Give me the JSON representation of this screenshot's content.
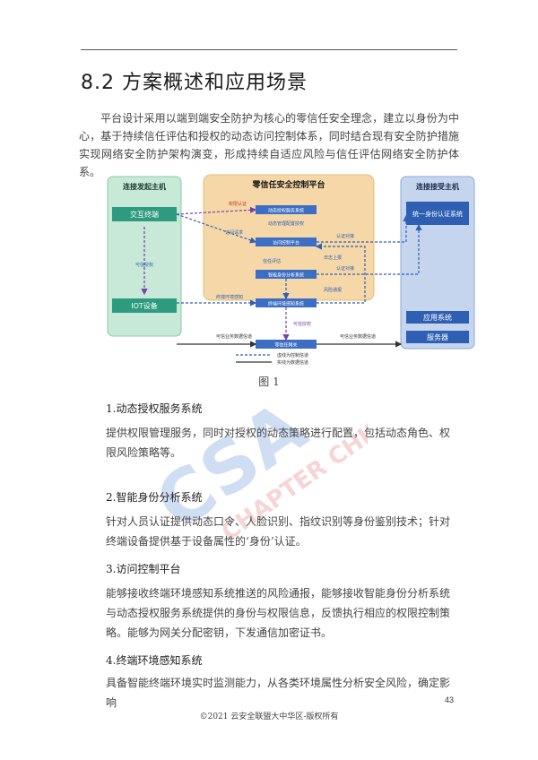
{
  "section_title": "8.2 方案概述和应用场景",
  "intro": "平台设计采用以端到端安全防护为核心的零信任安全理念，建立以身份为中心，基于持续信任评估和授权的动态访问控制体系，同时结合现有安全防护措施实现网络安全防护架构演变，形成持续自适应风险与信任评估网络安全防护体系。",
  "figure": {
    "left_panel": "连接发起主机",
    "center_panel": "零信任安全控制平台",
    "right_panel": "连接接受主机",
    "left_boxes": [
      "交互终端",
      "IOT设备"
    ],
    "right_boxes": [
      "统一身份认证系统",
      "应用系统",
      "服务器"
    ],
    "center_boxes": [
      "动态授权服务系统",
      "动态管理配置授权",
      "访问控制平台",
      "智能身份分析系统",
      "终端环境感知系统"
    ],
    "gateway": "零信任网关",
    "labels": {
      "permission_auth": "权限认证",
      "access_request": "访问请求",
      "auth_connect_1": "认证对接",
      "log_report": "日志上报",
      "trust_eval": "信任评估",
      "auth_connect_2": "认证对接",
      "trusted_auth_left": "可信授权",
      "env_sense": "终端环境感知",
      "risk_report": "风险通报",
      "trusted_auth_bottom": "可信授权",
      "data_channel_left": "可信业务数据信道",
      "data_channel_right": "可信业务数据信道"
    },
    "legend_dashed": "虚线为控制信道",
    "legend_solid": "实线为数据信道",
    "caption": "图 1"
  },
  "sections": [
    {
      "heading": "1.动态授权服务系统",
      "text": "提供权限管理服务，同时对授权的动态策略进行配置，包括动态角色、权限风险策略等。"
    },
    {
      "heading": "2.智能身份分析系统",
      "text": "针对人员认证提供动态口令、人脸识别、指纹识别等身份鉴别技术；针对终端设备提供基于设备属性的‘身份’认证。"
    },
    {
      "heading": "3.访问控制平台",
      "text": "能够接收终端环境感知系统推送的风险通报，能够接收智能身份分析系统与动态授权服务系统提供的身份与权限信息，反馈执行相应的权限控制策略。能够为网关分配密钥，下发通信加密证书。"
    },
    {
      "heading": "4.终端环境感知系统",
      "text": "具备智能终端环境实时监测能力，从各类环境属性分析安全风险，确定影响"
    }
  ],
  "page_number": "43",
  "footer": "©2021 云安全联盟大中华区-版权所有",
  "watermark": "CSA CHAPTER CHINA GCR",
  "colors": {
    "teal": "#2e9b7e",
    "blue": "#2f5fb3",
    "orange": "#f5d7a8",
    "green_panel": "#c8e8d8",
    "blue_panel": "#c5d5ee"
  }
}
